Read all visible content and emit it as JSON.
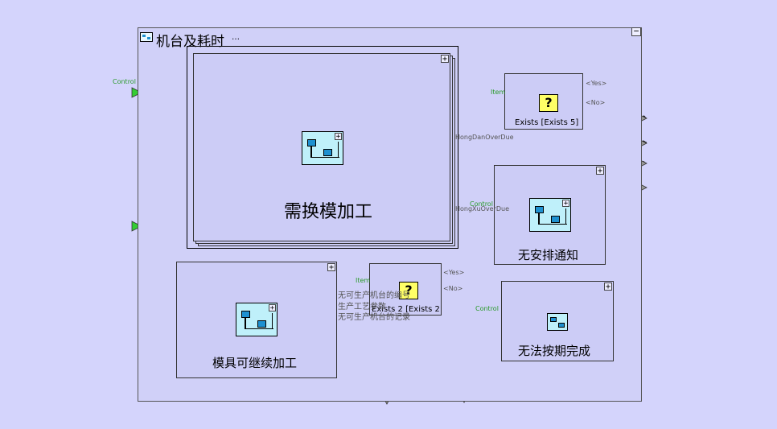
{
  "frame": {
    "title": "机台及耗时",
    "title_suffix": "…",
    "minimize_symbol": "−"
  },
  "blocks": {
    "need_mold_change": {
      "label": "需换模加工"
    },
    "mold_continue": {
      "label": "模具可继续加工"
    },
    "exists5": {
      "label": "Exists [Exists 5]",
      "in_label": "Item",
      "out_yes": "<Yes>",
      "out_no": "<No>"
    },
    "exists2": {
      "label": "Exists 2 [Exists 2",
      "in_label": "Item",
      "out_yes": "<Yes>",
      "out_no": "<No>"
    },
    "no_schedule": {
      "label": "无安排通知"
    },
    "not_on_time": {
      "label": "无法按期完成"
    }
  },
  "port_labels": {
    "control_left": "Control",
    "control_no_schedule": "Control",
    "control_not_on_time": "Control",
    "hong_over_due_1": "HongDanOverDue",
    "hong_over_due_2": "HongXuOverDue"
  },
  "overlap_text": {
    "line1": "无可生产机台的编号",
    "line2": "生产工艺参数",
    "line3": "无可生产机台的记录"
  },
  "symbols": {
    "plus": "+",
    "question": "?"
  },
  "colors": {
    "background": "#d4d4fc",
    "port_gray": "#9a9a9a",
    "port_green": "#33cc33",
    "port_yellow": "#ccee33",
    "icon_cyan": "#bff0fa",
    "icon_blue": "#1e90d0"
  }
}
